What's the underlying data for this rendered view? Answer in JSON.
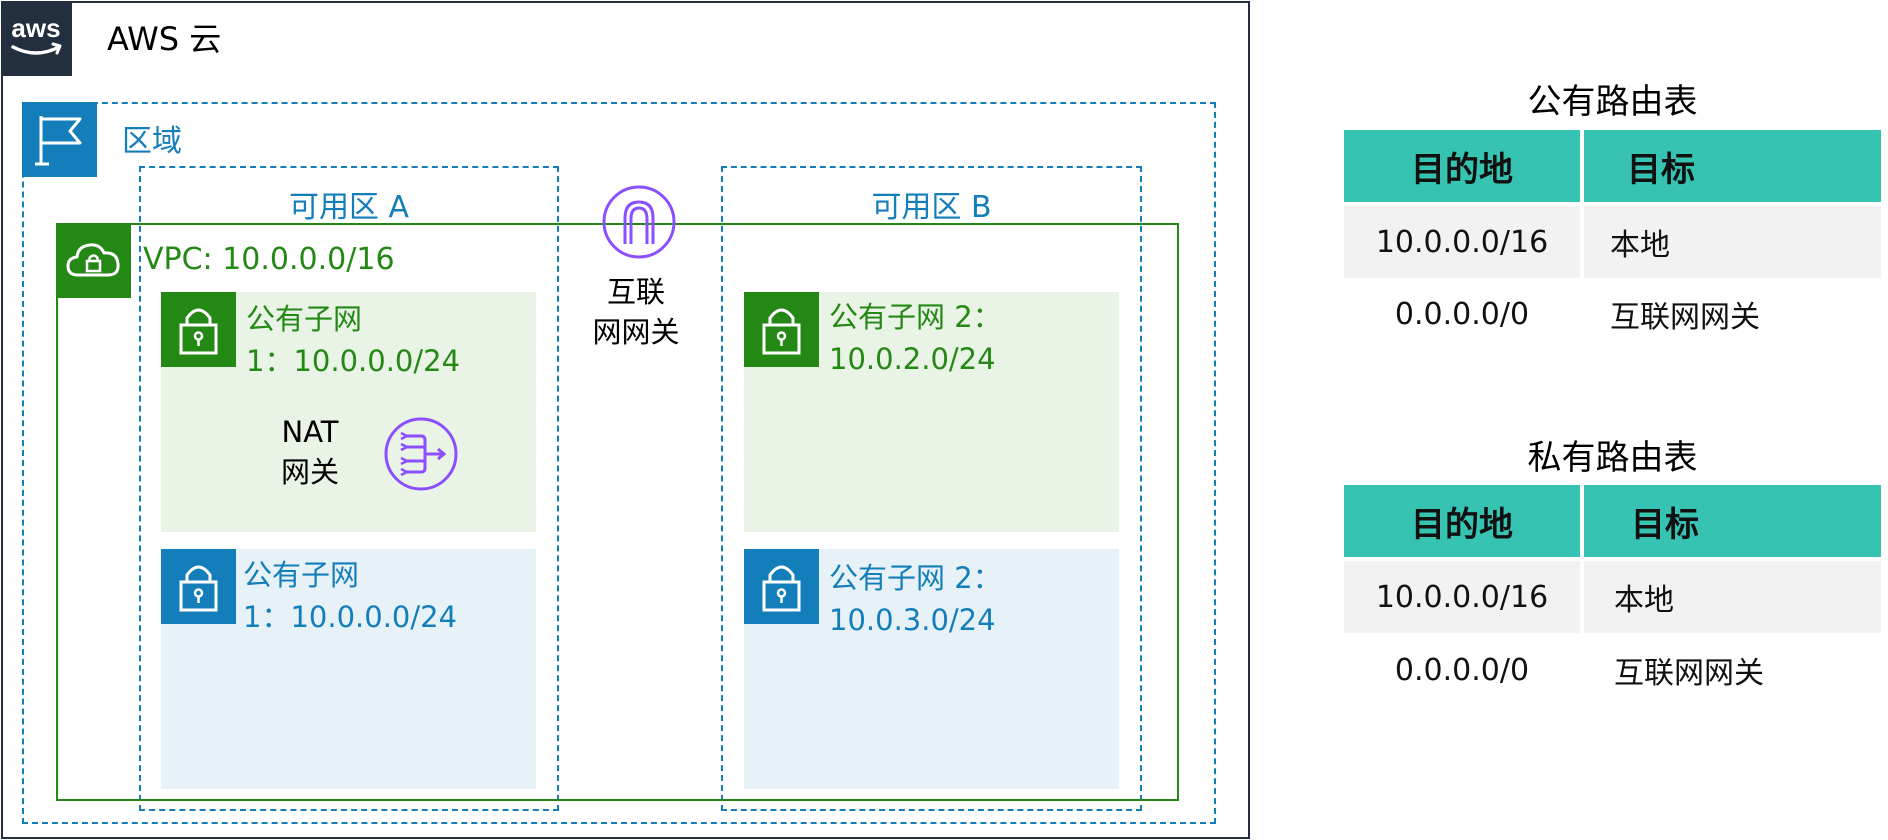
{
  "cloud": {
    "title": "AWS 云",
    "logo_text": "aws"
  },
  "region": {
    "label": "区域"
  },
  "az": {
    "a": "可用区 A",
    "b": "可用区 B"
  },
  "vpc": {
    "label": "VPC: 10.0.0.0/16"
  },
  "subnets": [
    {
      "line1": "公有子网",
      "line2": "1：10.0.0.0/24"
    },
    {
      "line1": "公有子网 2：",
      "line2": "10.0.2.0/24"
    },
    {
      "line1": "公有子网",
      "line2": "1：10.0.0.0/24"
    },
    {
      "line1": "公有子网 2：",
      "line2": "10.0.3.0/24"
    }
  ],
  "nat": {
    "line1": "NAT",
    "line2": "网关"
  },
  "igw": {
    "line1": "互联",
    "line2": "网网关"
  },
  "public_table": {
    "title": "公有路由表",
    "headers": [
      "目的地",
      "目标"
    ],
    "rows": [
      [
        "10.0.0.0/16",
        "本地"
      ],
      [
        "0.0.0.0/0",
        "互联网网关"
      ]
    ]
  },
  "private_table": {
    "title": "私有路由表",
    "headers": [
      "目的地",
      "目标"
    ],
    "rows": [
      [
        "10.0.0.0/16",
        "本地"
      ],
      [
        "0.0.0.0/0",
        "互联网网关"
      ]
    ]
  },
  "colors": {
    "aws_dark": "#232f3e",
    "region_blue": "#147eba",
    "vpc_green": "#248814",
    "public_subnet_bg": "#e9f3e6",
    "private_subnet_bg": "#e6f2f8",
    "gateway_purple": "#8c4fff",
    "table_header": "#36c3b1",
    "table_shade": "#f2f2f2"
  },
  "icons": {
    "cloud": "aws-logo-icon",
    "region": "flag-icon",
    "vpc": "cloud-lock-icon",
    "subnet": "padlock-icon",
    "nat": "nat-gateway-icon",
    "igw": "internet-gateway-icon"
  }
}
